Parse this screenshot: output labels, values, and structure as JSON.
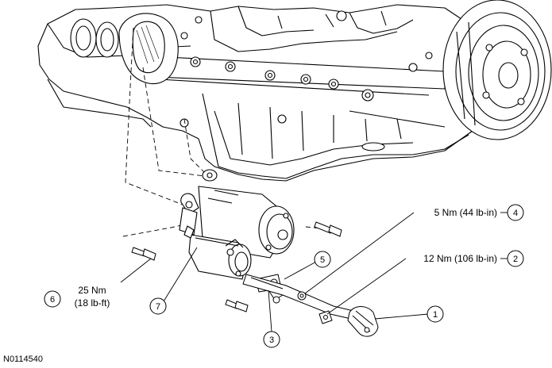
{
  "figure_id": "N0114540",
  "callouts": [
    {
      "number": "1"
    },
    {
      "number": "2",
      "torque": "12 Nm (106 lb-in)"
    },
    {
      "number": "3"
    },
    {
      "number": "4",
      "torque": "5 Nm (44 lb-in)"
    },
    {
      "number": "5"
    },
    {
      "number": "6",
      "torque_line1": "25 Nm",
      "torque_line2": "(18 lb-ft)"
    },
    {
      "number": "7"
    }
  ],
  "colors": {
    "line": "#000000",
    "background": "#ffffff"
  }
}
